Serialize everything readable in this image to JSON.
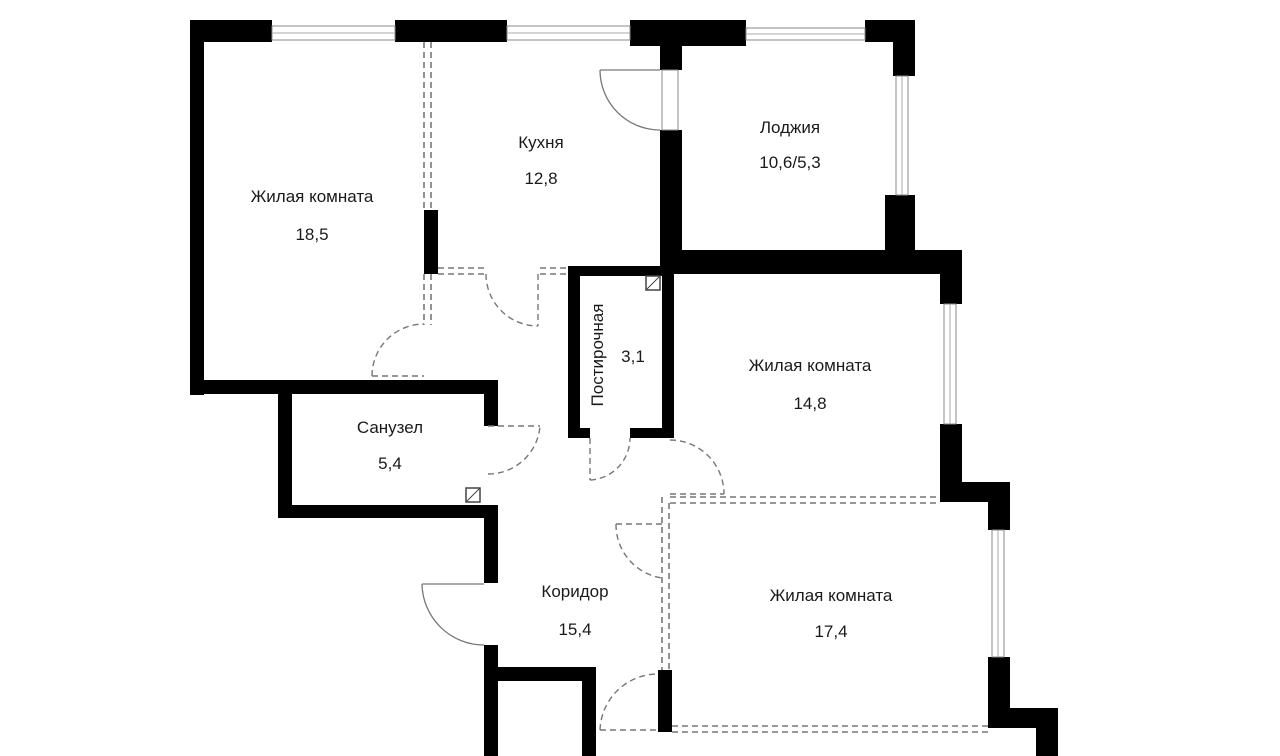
{
  "rooms": {
    "living_1": {
      "label": "Жилая комната",
      "area": "18,5"
    },
    "kitchen": {
      "label": "Кухня",
      "area": "12,8"
    },
    "loggia": {
      "label": "Лоджия",
      "area": "10,6/5,3"
    },
    "storage": {
      "label": "Постирочная",
      "area": "3,1"
    },
    "living_2": {
      "label": "Жилая комната",
      "area": "14,8"
    },
    "bathroom": {
      "label": "Санузел",
      "area": "5,4"
    },
    "corridor": {
      "label": "Коридор",
      "area": "15,4"
    },
    "living_3": {
      "label": "Жилая комната",
      "area": "17,4"
    }
  },
  "colors": {
    "wall": "#000000",
    "background": "#ffffff",
    "text": "#1a1a1a"
  }
}
